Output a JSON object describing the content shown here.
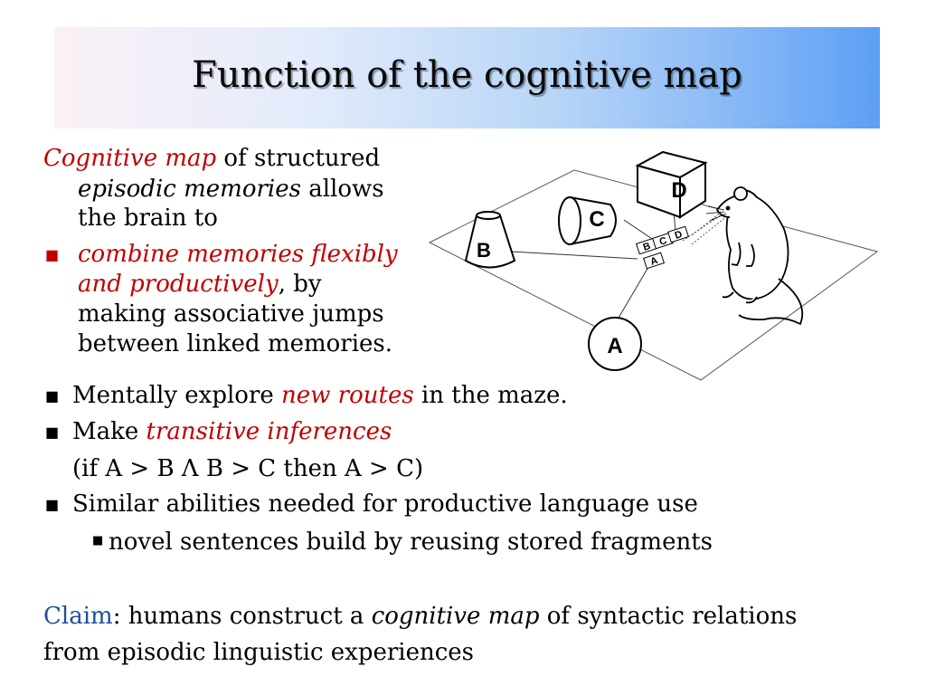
{
  "slide": {
    "title": "Function of the cognitive map",
    "intro": {
      "term": "Cognitive map",
      "line1_rest": " of structured",
      "line2_term": "episodic memories",
      "line2_rest": " allows",
      "line3": "the brain to"
    },
    "sub_bullet": {
      "line1": "combine memories flexibly",
      "line2_term": "and productively",
      "line2_rest": ", by",
      "line3": "making associative jumps",
      "line4": "between linked memories."
    },
    "bullets": [
      {
        "before": "Mentally explore ",
        "term": "new routes",
        "after": " in the maze."
      },
      {
        "before": "Make ",
        "term": "transitive inferences",
        "after": ""
      },
      {
        "continuation": "(if A > B  Λ  B > C then A > C)"
      },
      {
        "text": "Similar abilities needed for productive language use"
      }
    ],
    "nested_bullet": "novel sentences build by reusing stored fragments",
    "claim": {
      "label": "Claim",
      "after_label": ": humans construct a ",
      "term": "cognitive map",
      "after_term": " of syntactic relations",
      "line2": "from episodic linguistic experiences"
    },
    "bullet_glyph": "■",
    "figure": {
      "labels": [
        "A",
        "B",
        "C",
        "D"
      ],
      "card_letters": [
        "B",
        "C",
        "D",
        "A"
      ]
    },
    "colors": {
      "red": "#c00000",
      "claim_blue": "#1f4e9c"
    }
  }
}
